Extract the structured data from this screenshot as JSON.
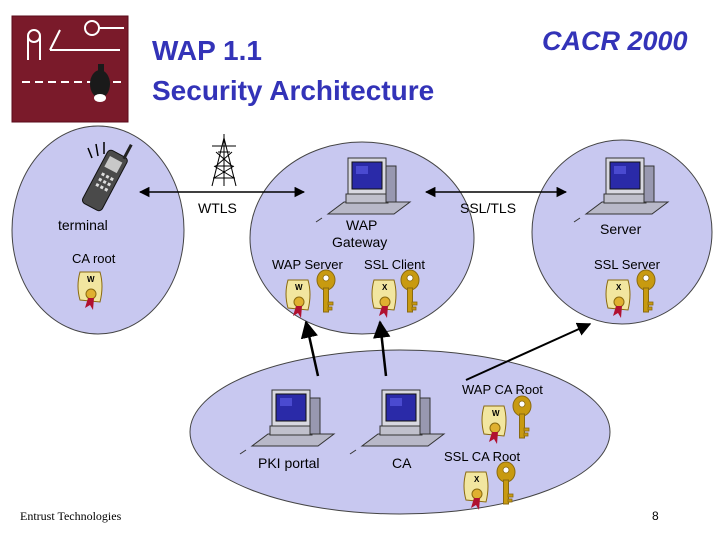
{
  "slide": {
    "title_line1": "WAP 1.1",
    "title_line2": "Security Architecture",
    "conference": "CACR 2000",
    "footer": "Entrust Technologies",
    "page_number": "8"
  },
  "nodes": {
    "terminal": "terminal",
    "terminal_ca": "CA root",
    "gateway": "WAP Gateway",
    "gateway_server": "WAP Server",
    "gateway_client": "SSL Client",
    "server": "Server",
    "server_ssl": "SSL Server",
    "wap_ca_root": "WAP CA Root",
    "pki_portal": "PKI portal",
    "ca": "CA",
    "ssl_ca_root": "SSL CA Root"
  },
  "links": {
    "wtls": "WTLS",
    "ssl_tls": "SSL/TLS"
  },
  "cert_marks": {
    "wap": "W",
    "ssl": "X"
  },
  "colors": {
    "title": "#3333b8",
    "bubble": "#c8c8f0",
    "computer": "#2a2aa8",
    "key": "#c89a10",
    "ribbon": "#b01030"
  }
}
